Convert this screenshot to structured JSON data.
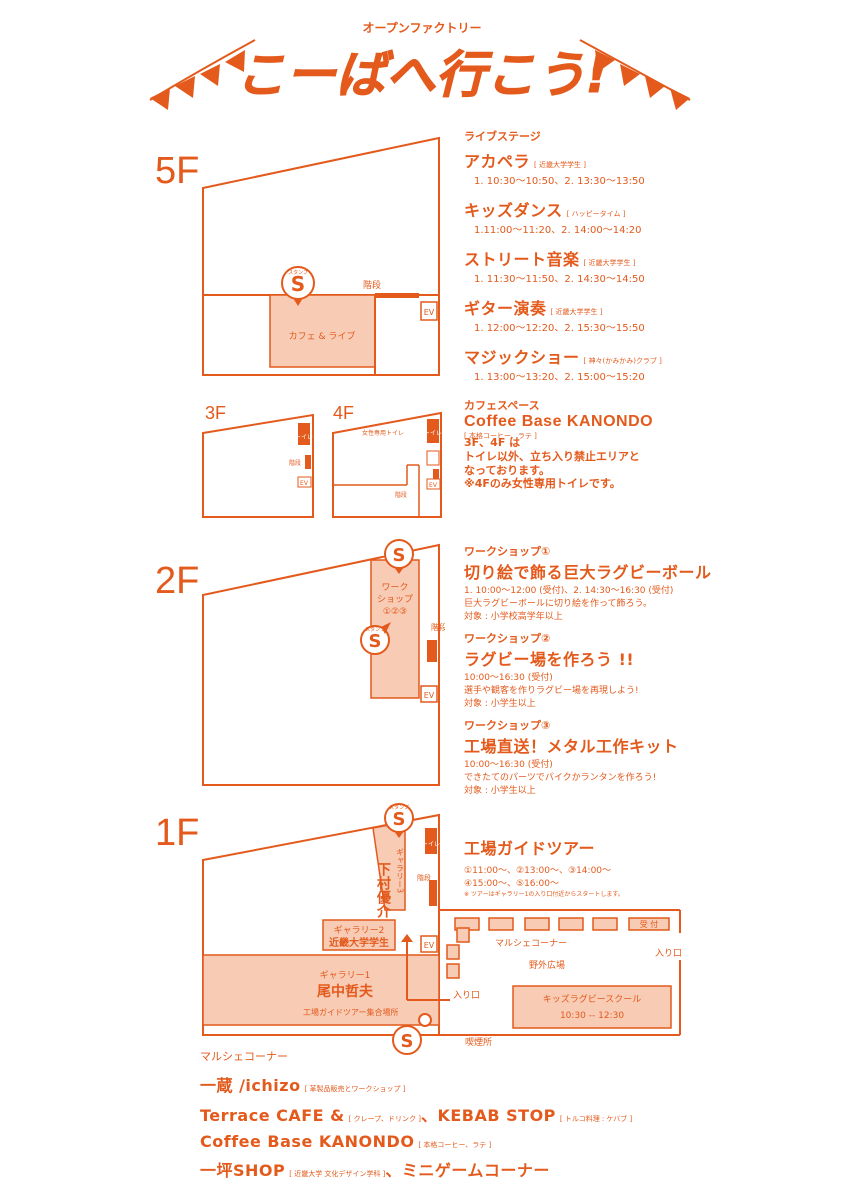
{
  "header": {
    "subtitle": "オープンファクトリー",
    "title": "こーばへ行こう!"
  },
  "colors": {
    "accent": "#e35a1c",
    "fill": "#f8cbb5"
  },
  "floors": {
    "f5": {
      "label": "5F",
      "stairs": "階段",
      "ev": "EV",
      "room": "カフェ & ライブ",
      "stamp": "スタンプ"
    },
    "f3": {
      "label": "3F",
      "toilet": "トイレ",
      "stairs": "階段",
      "ev": "EV"
    },
    "f4": {
      "label": "4F",
      "women": "女性専用トイレ",
      "toilet": "トイレ",
      "stairs": "階段",
      "ev": "EV"
    },
    "f2": {
      "label": "2F",
      "room": [
        "ワーク",
        "ショップ",
        "①②③"
      ],
      "stairs": "階段",
      "ev": "EV",
      "stamp": "スタンプ"
    },
    "f1": {
      "label": "1F",
      "gallery3": "ギャラリー3",
      "gallery3_artist": "下村優介",
      "toilet": "トイレ",
      "stairs": "階段",
      "gallery2": "ギャラリー2",
      "gallery2_sub": "近畿大学学生",
      "ev": "EV",
      "gallery1": "ギャラリー1",
      "gallery1_artist": "尾中哲夫",
      "entrance": "入り口",
      "meeting": "工場ガイドツアー集合場所",
      "smoking": "喫煙所",
      "marche": "マルシェコーナー",
      "reception": "受 付",
      "plaza": "野外広場",
      "entrance2": "入り口",
      "rugby": "キッズラグビースクール",
      "rugby_time": "10:30 -- 12:30",
      "stamp": "スタンプ"
    }
  },
  "live": {
    "category": "ライブステージ",
    "items": [
      {
        "name": "アカペラ",
        "tag": "[ 近畿大学学生 ]",
        "times": "1. 10:30〜10:50、2. 13:30〜13:50"
      },
      {
        "name": "キッズダンス",
        "tag": "[ ハッピータイム ]",
        "times": "1.11:00〜11:20、2. 14:00〜14:20"
      },
      {
        "name": "ストリート音楽",
        "tag": "[ 近畿大学学生 ]",
        "times": "1. 11:30〜11:50、2. 14:30〜14:50"
      },
      {
        "name": "ギター演奏",
        "tag": "[ 近畿大学学生 ]",
        "times": "1. 12:00〜12:20、2. 15:30〜15:50"
      },
      {
        "name": "マジックショー",
        "tag": "[ 神々(かみかみ)クラブ ]",
        "times": "1. 13:00〜13:20、2. 15:00〜15:20"
      }
    ],
    "cafe_category": "カフェスペース",
    "cafe_name": "Coffee Base KANONDO",
    "cafe_tag": "[ 本格コーヒー、ラテ ]"
  },
  "note34": [
    "3F、4F は",
    "トイレ以外、立ち入り禁止エリアと",
    "なっております。",
    "※4Fのみ女性専用トイレです。"
  ],
  "workshops": [
    {
      "category": "ワークショップ①",
      "name": "切り絵で飾る巨大ラグビーボール",
      "times": "1. 10:00〜12:00 (受付)、2. 14:30〜16:30 (受付)",
      "desc": "巨大ラグビーボールに切り絵を作って飾ろう。",
      "target": "対象 : 小学校高学年以上"
    },
    {
      "category": "ワークショップ②",
      "name": "ラグビー場を作ろう !!",
      "times": "10:00〜16:30 (受付)",
      "desc": "選手や観客を作りラグビー場を再現しよう!",
      "target": "対象 : 小学生以上"
    },
    {
      "category": "ワークショップ③",
      "name": "工場直送！メタル工作キット",
      "times": "10:00〜16:30 (受付)",
      "desc": "できたてのパーツでパイクかランタンを作ろう!",
      "target": "対象 : 小学生以上"
    }
  ],
  "tour": {
    "name": "工場ガイドツアー",
    "times1": "①11:00〜、②13:00〜、③14:00〜",
    "times2": "④15:00〜、⑤16:00〜",
    "note": "※ ツアーはギャラリー1の入り口付近からスタートします。"
  },
  "marche": {
    "category": "マルシェコーナー",
    "l1_name": "一蔵 /ichizo",
    "l1_tag": "[ 革製品販売とワークショップ ]",
    "l2_name": "Terrace CAFE &",
    "l2_tag": "[ クレープ、ドリンク ]",
    "l2_sep": "、",
    "l2_name2": "KEBAB STOP",
    "l2_tag2": "[ トルコ料理 : ケバブ ]",
    "l3_name": "Coffee Base KANONDO",
    "l3_tag": "[ 本格コーヒー、ラテ ]",
    "l4_name": "一坪SHOP",
    "l4_tag": "[ 近畿大学 文化デザイン学科 ]",
    "l4_sep": "、",
    "l4_name2": "ミニゲームコーナー"
  }
}
